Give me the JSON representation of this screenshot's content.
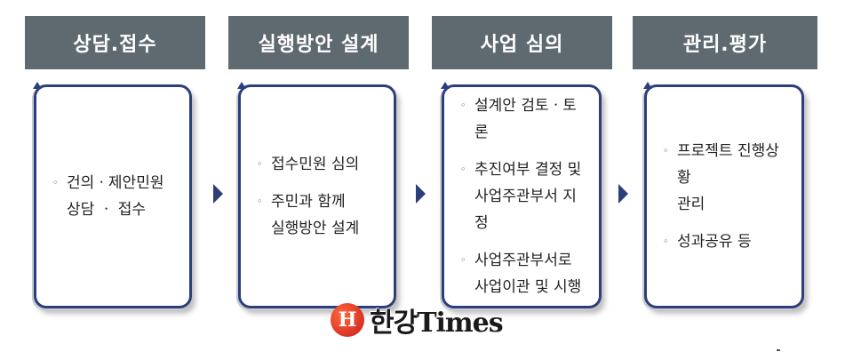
{
  "steps": [
    {
      "header": "상담.접수",
      "items": [
        "건의ㆍ제안민원\n상담 ㆍ 접수"
      ]
    },
    {
      "header": "실행방안 설계",
      "items": [
        "접수민원 심의",
        "주민과 함께\n실행방안 설계"
      ]
    },
    {
      "header": "사업 심의",
      "items": [
        "설계안 검토ㆍ토론",
        "추진여부 결정 및\n사업주관부서 지정",
        "사업주관부서로\n사업이관 및 시행"
      ]
    },
    {
      "header": "관리.평가",
      "items": [
        "프로젝트 진행상황\n관리",
        "성과공유 등"
      ]
    }
  ],
  "bullet_symbol": "◦",
  "watermark": {
    "logo_letter": "H",
    "text": "한강Times"
  },
  "colors": {
    "header_bg": "#5f6a70",
    "card_border": "#2d3f7a",
    "arrow": "#2d3f7a",
    "logo": "#d42a1c"
  },
  "icons": [
    "chevron-right-icon"
  ]
}
